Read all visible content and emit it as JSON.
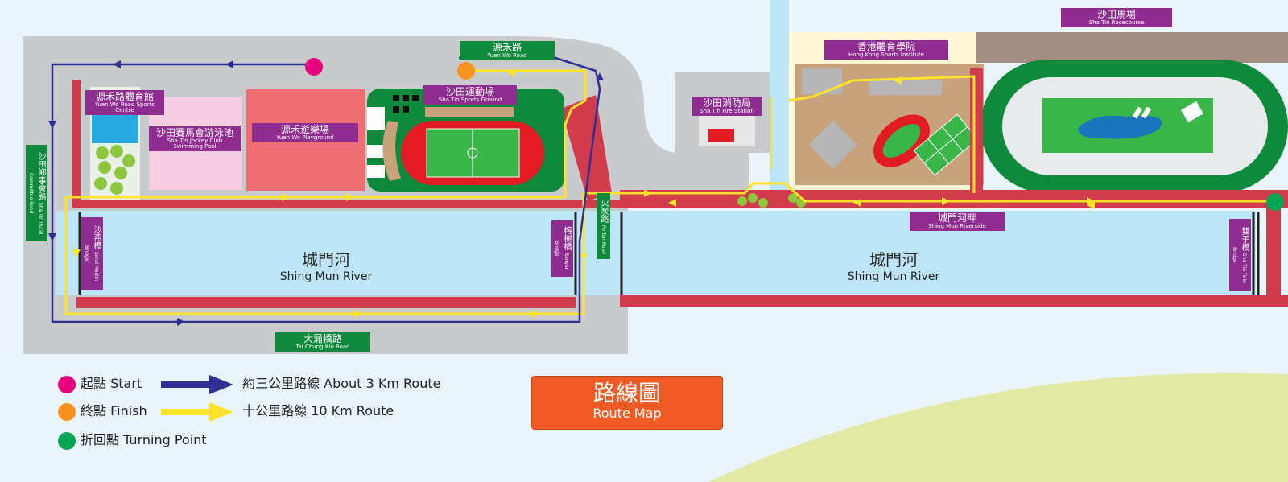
{
  "colors": {
    "background": "#eaf4fb",
    "land": "#c9cacc",
    "river": "#bde5f7",
    "track_red": "#d23b4b",
    "route_3km": "#2e3192",
    "route_10km": "#ffe32a",
    "start": "#e6007e",
    "finish": "#f7931e",
    "turning": "#00a651",
    "label_purple": "#8e2c8f",
    "label_green": "#0f8a3c",
    "title_orange": "#f05a24"
  },
  "labels": {
    "sports_centre": {
      "zh": "源禾路體育館",
      "en": "Yuen Wo Road Sports Centre"
    },
    "pool": {
      "zh": "沙田賽馬會游泳池",
      "en": "Sha Tin Jockey Club Swimming Pool"
    },
    "playground": {
      "zh": "源禾遊樂場",
      "en": "Yuen Wo Playground"
    },
    "sports_ground": {
      "zh": "沙田運動場",
      "en": "Sha Tin Sports Ground"
    },
    "fire_station": {
      "zh": "沙田消防局",
      "en": "Sha Tin Fire Station"
    },
    "hksi": {
      "zh": "香港體育學院",
      "en": "Hong Kong Sports Institute"
    },
    "racecourse": {
      "zh": "沙田馬場",
      "en": "Sha Tin Racecourse"
    },
    "riverside": {
      "zh": "城門河畔",
      "en": "Shing Mun Riverside"
    }
  },
  "roads": {
    "yuen_wo_road": {
      "zh": "源禾路",
      "en": "Yuen Wo Road"
    },
    "tai_chung_kiu_road": {
      "zh": "大涌橋路",
      "en": "Tai Chung Kiu Road"
    },
    "rural_committee_road": {
      "zh": "沙田鄉事會路",
      "en": "Sha Tin Rural Committee Road"
    },
    "sand_martin_bridge": {
      "zh": "沙燕橋",
      "en": "Sand Martin Bridge"
    },
    "banyan_bridge": {
      "zh": "榕樹橋",
      "en": "Banyan Bridge"
    },
    "fo_tan_road": {
      "zh": "火炭路",
      "en": "Fo Tan Road"
    },
    "twins_bridge": {
      "zh": "雙子橋",
      "en": "Sha Tin Twin Bridge"
    }
  },
  "river": [
    {
      "zh": "城門河",
      "en": "Shing Mun River"
    },
    {
      "zh": "城門河",
      "en": "Shing Mun River"
    }
  ],
  "legend": {
    "start": "起點 Start",
    "finish": "終點 Finish",
    "turning": "折回點 Turning Point",
    "route_3km": "約三公里路線 About 3 Km Route",
    "route_10km": "十公里路線 10 Km Route"
  },
  "title": {
    "zh": "路線圖",
    "en": "Route Map"
  }
}
